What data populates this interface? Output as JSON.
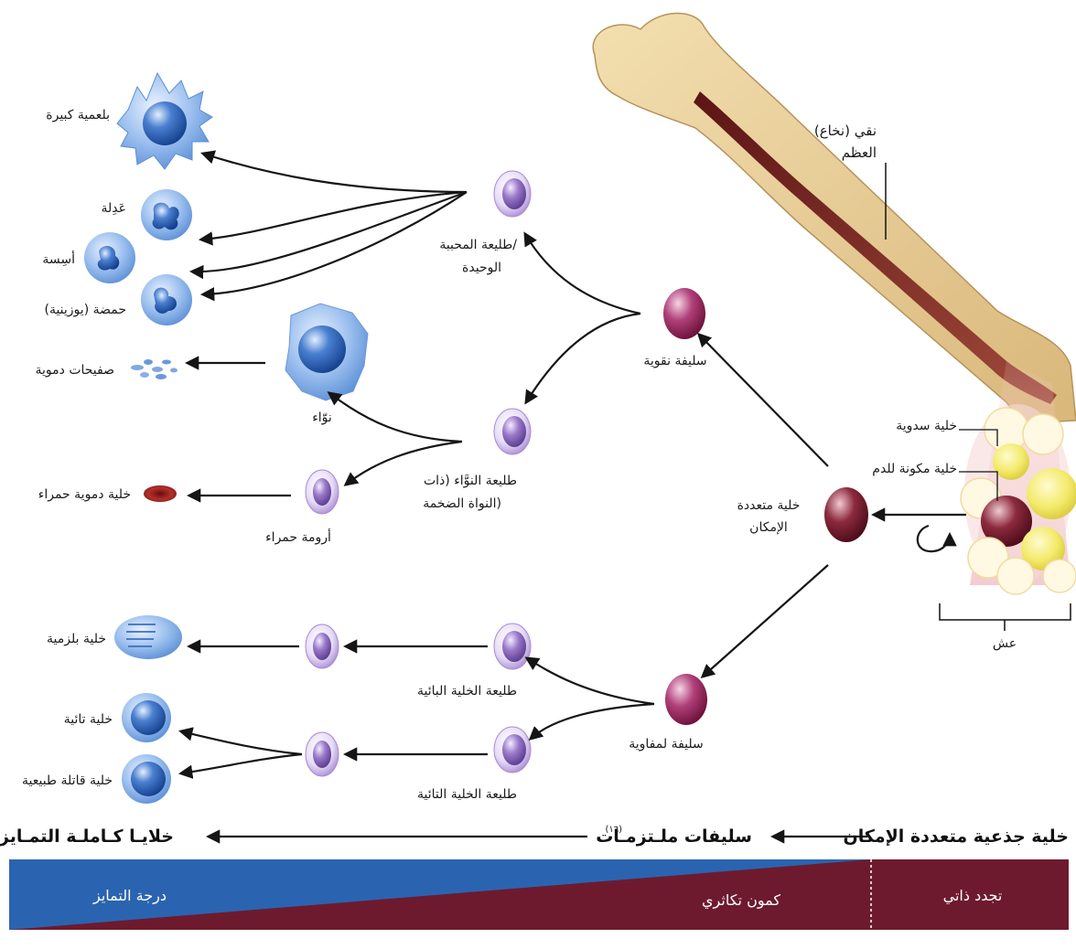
{
  "colors": {
    "hsc": "#7a1a2c",
    "myeloid_progenitor": "#a0305a",
    "committed_progenitor": "#9a7dc2",
    "mature_cell": "#4f86d4",
    "bone": "#e9cf98",
    "marrow": "#7a2a2a",
    "band_blue": "#2a64b0",
    "band_maroon": "#6e1a2e"
  },
  "labels": {
    "bone_marrow": [
      "نقي (نخاع)",
      "العظم"
    ],
    "stromal_cell": "خلية سدوية",
    "hematopoietic_cell": "خلية مكونة للدم",
    "niche": "عش",
    "multipotent_cell": [
      "خلية متعددة",
      "الإمكان"
    ],
    "myeloid_progenitor": "سليفة نقوية",
    "lymphoid_progenitor": "سليفة لمفاوية",
    "granulocyte_monocyte_precursor": [
      "طليعة المحببة/",
      "الوحيدة"
    ],
    "megakaryocyte_precursor": [
      "طليعة النوَّاء (ذات",
      "النواة الضخمة)"
    ],
    "b_cell_precursor": "طليعة الخلية البائية",
    "t_cell_precursor": "طليعة الخلية التائية",
    "macrophage": "بلعمية كبيرة",
    "neutrophil": "عَدِلة",
    "basophil": "أسِسة",
    "eosinophil": "حمضة (يوزينية)",
    "platelets": "صفيحات دموية",
    "megakaryocyte": "نوّاء",
    "erythroblast": "أرومة حمراء",
    "red_blood_cell": "خلية دموية حمراء",
    "plasma_cell": "خلية بلزمية",
    "t_cell": "خلية تائية",
    "nk_cell": "خلية قاتلة طبيعية"
  },
  "stages": {
    "stem": "خلية جذعية متعددة الإمكان",
    "progenitors": "سليفات ملـتزمـات",
    "footnote": "(١٦)",
    "mature": "خلايـا كـاملـة التمـايز"
  },
  "band": {
    "self_renewal": "تجدد ذاتي",
    "proliferation": "كمون تكاثري",
    "differentiation": "درجة التمايز"
  }
}
